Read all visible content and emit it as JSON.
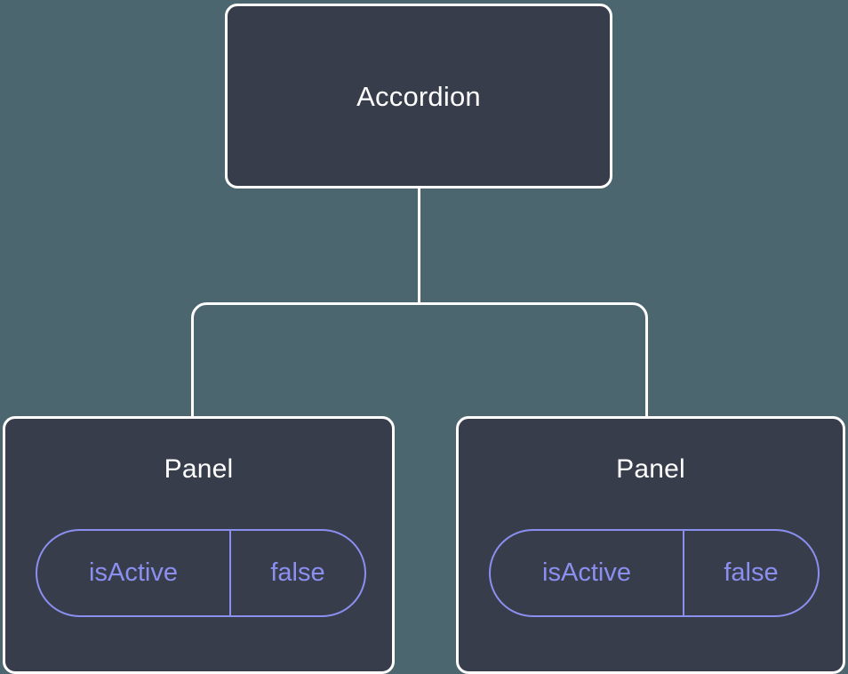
{
  "diagram": {
    "type": "component-tree",
    "background_color": "#4c6670",
    "node_fill_color": "#383d4c",
    "node_border_color": "#ffffff",
    "edge_color": "#ffffff",
    "prop_accent_color": "#8b8ff0",
    "root": {
      "label": "Accordion"
    },
    "children": [
      {
        "label": "Panel",
        "props": [
          {
            "key": "isActive",
            "value": "false"
          }
        ]
      },
      {
        "label": "Panel",
        "props": [
          {
            "key": "isActive",
            "value": "false"
          }
        ]
      }
    ]
  }
}
